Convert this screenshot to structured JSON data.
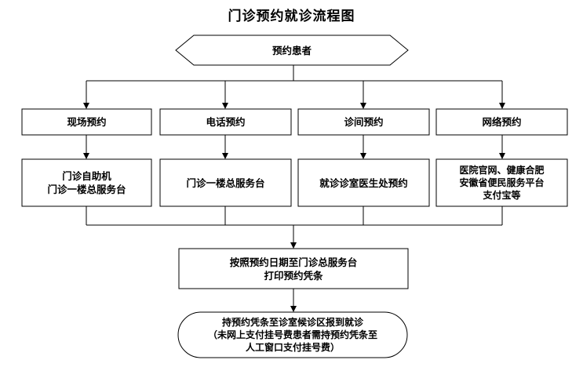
{
  "title": "门诊预约就诊流程图",
  "start": "预约患者",
  "channels": [
    {
      "label": "现场预约",
      "detail": [
        "门诊自助机",
        "门诊一楼总服务台"
      ]
    },
    {
      "label": "电话预约",
      "detail": [
        "门诊一楼总服务台"
      ]
    },
    {
      "label": "诊间预约",
      "detail": [
        "就诊诊室医生处预约"
      ]
    },
    {
      "label": "网络预约",
      "detail": [
        "医院官网、健康合肥",
        "安徽省便民服务平台",
        "支付宝等"
      ]
    }
  ],
  "print_step": [
    "按照预约日期至门诊总服务台",
    "打印预约凭条"
  ],
  "final_step": [
    "持预约凭条至诊室候诊区报到就诊",
    "（未网上支付挂号费患者需持预约凭条至",
    "人工窗口支付挂号费）"
  ]
}
